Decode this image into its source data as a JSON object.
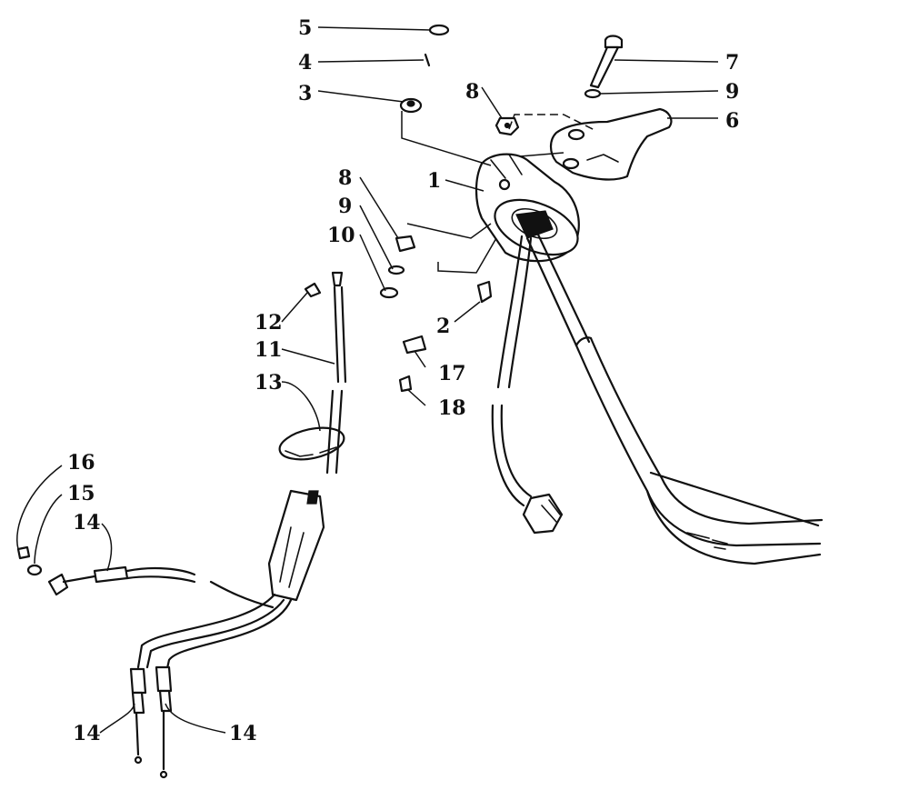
{
  "callouts": [
    {
      "label": "5"
    },
    {
      "label": "4"
    },
    {
      "label": "3"
    },
    {
      "label": "8"
    },
    {
      "label": "7"
    },
    {
      "label": "9"
    },
    {
      "label": "6"
    },
    {
      "label": "1"
    },
    {
      "label": "8"
    },
    {
      "label": "9"
    },
    {
      "label": "10"
    },
    {
      "label": "12"
    },
    {
      "label": "2"
    },
    {
      "label": "11"
    },
    {
      "label": "17"
    },
    {
      "label": "13"
    },
    {
      "label": "18"
    },
    {
      "label": "16"
    },
    {
      "label": "15"
    },
    {
      "label": "14"
    },
    {
      "label": "14"
    },
    {
      "label": "14"
    }
  ],
  "colors": {
    "ink": "#111111",
    "paper": "#ffffff"
  }
}
